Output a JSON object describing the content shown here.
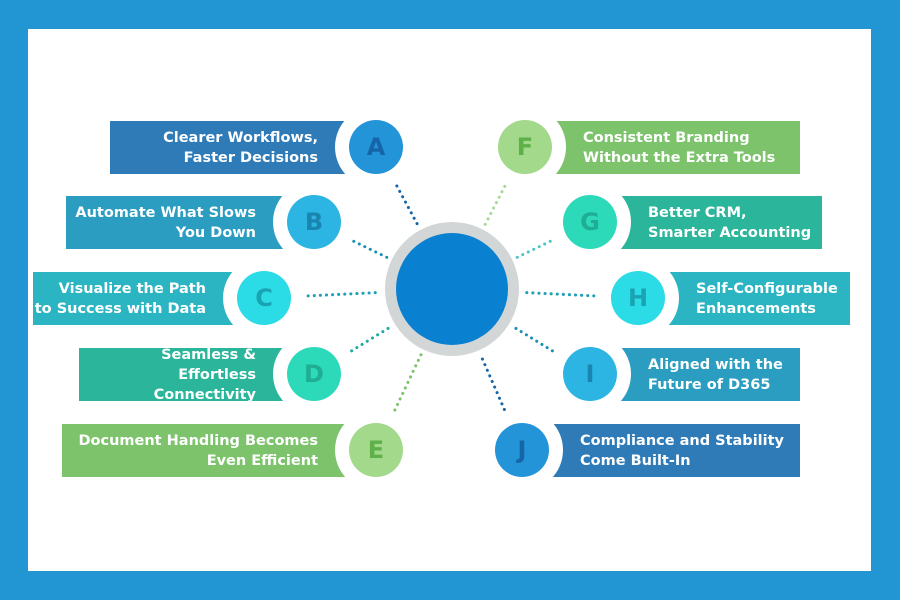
{
  "diagram": {
    "type": "hub-and-spoke",
    "hub": {
      "color": "#0980d0",
      "ring_color": "#d3d6d7"
    },
    "frame_color": "#2196d3",
    "left_items": [
      {
        "letter": "A",
        "line1": "Clearer Workflows,",
        "line2": "Faster Decisions",
        "banner_color": "#2f7bb8",
        "badge_color": "#2394d8",
        "letter_color": "#1565a8",
        "dot_color": "#1565a8"
      },
      {
        "letter": "B",
        "line1": "Automate What Slows",
        "line2": "You Down",
        "banner_color": "#2a9dc0",
        "badge_color": "#2cb5e3",
        "letter_color": "#1a85b0",
        "dot_color": "#1a8fb0"
      },
      {
        "letter": "C",
        "line1": "Visualize the Path",
        "line2": "to Success with Data",
        "banner_color": "#2bb5c3",
        "badge_color": "#2bdbe6",
        "letter_color": "#1aa4b3",
        "dot_color": "#1ba0b5"
      },
      {
        "letter": "D",
        "line1": "Seamless & Effortless",
        "line2": "Connectivity",
        "banner_color": "#2bb59b",
        "badge_color": "#2cd9b9",
        "letter_color": "#1fae93",
        "dot_color": "#1fa9a0"
      },
      {
        "letter": "E",
        "line1": "Document Handling Becomes",
        "line2": "Even Efficient",
        "banner_color": "#7cc36b",
        "badge_color": "#a2d98a",
        "letter_color": "#5eb04a",
        "dot_color": "#7ac36a"
      }
    ],
    "right_items": [
      {
        "letter": "F",
        "line1": "Consistent Branding",
        "line2": "Without the Extra Tools",
        "banner_color": "#7cc36b",
        "badge_color": "#a2d98a",
        "letter_color": "#5eb04a",
        "dot_color": "#a7d898"
      },
      {
        "letter": "G",
        "line1": "Better CRM,",
        "line2": "Smarter Accounting",
        "banner_color": "#2bb59b",
        "badge_color": "#2cd9b9",
        "letter_color": "#1fae93",
        "dot_color": "#4cc4c8"
      },
      {
        "letter": "H",
        "line1": "Self-Configurable",
        "line2": "Enhancements",
        "banner_color": "#2bb5c3",
        "badge_color": "#2bdbe6",
        "letter_color": "#1aa4b3",
        "dot_color": "#1ba0b5"
      },
      {
        "letter": "I",
        "line1": "Aligned with the",
        "line2": "Future of D365",
        "banner_color": "#2a9dc0",
        "badge_color": "#2cb5e3",
        "letter_color": "#1a85b0",
        "dot_color": "#1a8fb0"
      },
      {
        "letter": "J",
        "line1": "Compliance and Stability",
        "line2": "Come Built-In",
        "banner_color": "#2f7bb8",
        "badge_color": "#2394d8",
        "letter_color": "#1565a8",
        "dot_color": "#1565a8"
      }
    ]
  }
}
